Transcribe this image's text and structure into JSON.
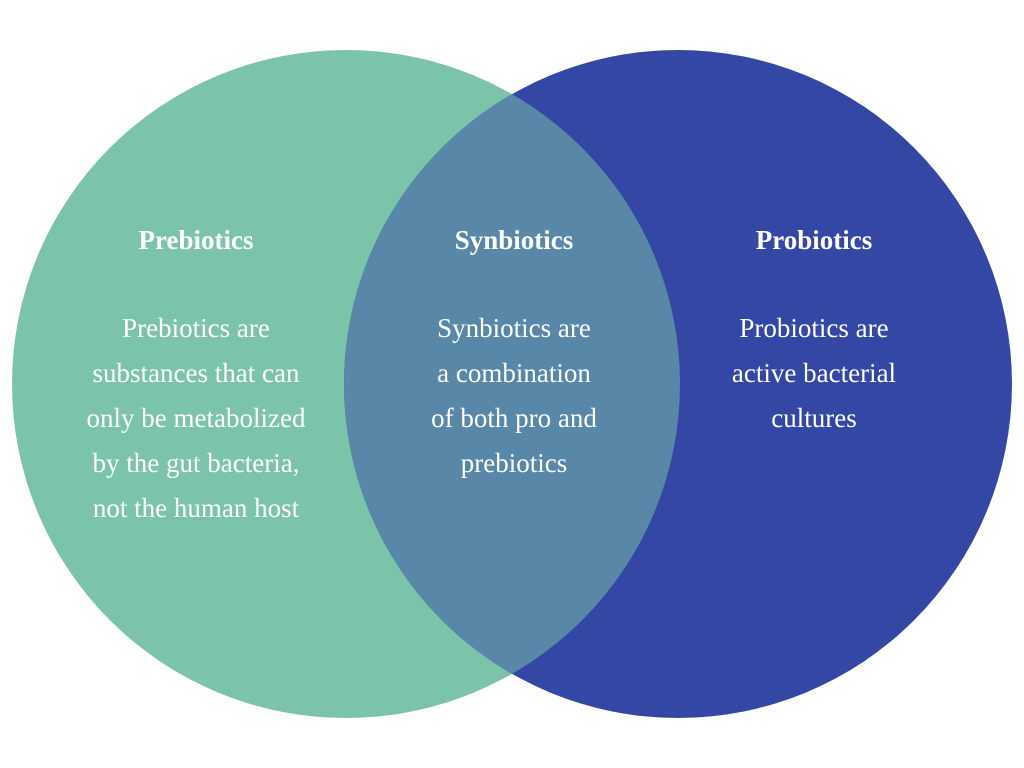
{
  "colors": {
    "background": "#ffffff",
    "prebiotics_circle": "#7bc4aa",
    "probiotics_circle": "#3547a4",
    "overlap": "#5987a8",
    "text": "#ffffff"
  },
  "diagram": {
    "type": "venn",
    "sets": [
      {
        "id": "prebiotics",
        "title": "Prebiotics",
        "lines": [
          "Prebiotics are",
          "substances that can",
          "only be metabolized",
          "by the gut bacteria,",
          "not the human host"
        ]
      },
      {
        "id": "synbiotics",
        "title": "Synbiotics",
        "lines": [
          "Synbiotics are",
          "a combination",
          "of both pro and",
          "prebiotics"
        ]
      },
      {
        "id": "probiotics",
        "title": "Probiotics",
        "lines": [
          "Probiotics are",
          "active bacterial",
          "cultures"
        ]
      }
    ]
  }
}
